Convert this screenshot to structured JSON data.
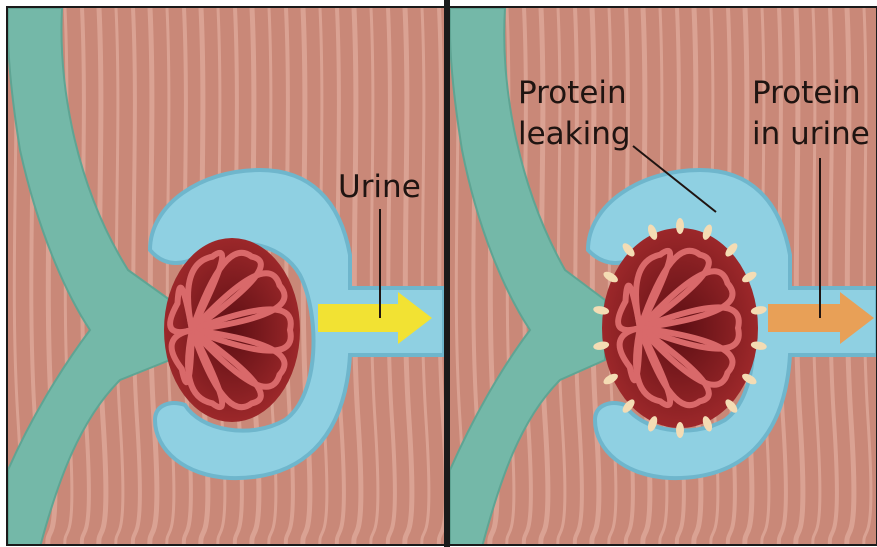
{
  "panels": [
    {
      "id": "healthy",
      "labels": {
        "urine": "Urine"
      }
    },
    {
      "id": "damaged",
      "labels": {
        "protein_leaking_line1": "Protein",
        "protein_leaking_line2": "leaking",
        "protein_urine_line1": "Protein",
        "protein_urine_line2": "in urine"
      }
    }
  ],
  "colors": {
    "tissue": "#c98878",
    "tissue_stripe": "#e8b8aa",
    "vessel": "#74b8a8",
    "capsule": "#8fd0e2",
    "capsule_inner": "#6fb6cc",
    "glomerulus": "#8a1f22",
    "capillary": "#d9696a",
    "urine_arrow": "#f2e233",
    "protein_arrow": "#e8a057",
    "protein_particle": "#f4dcb4",
    "divider": "#1a1a1a"
  }
}
